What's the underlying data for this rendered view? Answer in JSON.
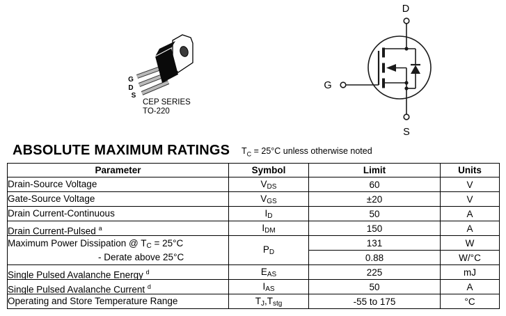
{
  "package_drawing": {
    "pin_labels": [
      "G",
      "D",
      "S"
    ],
    "caption_line1": "CEP SERIES",
    "caption_line2": "TO-220"
  },
  "mosfet_symbol": {
    "drain_label": "D",
    "gate_label": "G",
    "source_label": "S"
  },
  "section": {
    "title": "ABSOLUTE MAXIMUM RATINGS",
    "condition": [
      {
        "t": "T"
      },
      {
        "t": "C",
        "sub": true
      },
      {
        "t": " = 25°C unless otherwise noted"
      }
    ]
  },
  "table": {
    "headers": [
      "Parameter",
      "Symbol",
      "Limit",
      "Units"
    ],
    "rows": [
      {
        "param": [
          {
            "t": "Drain-Source Voltage"
          }
        ],
        "symbol": [
          {
            "t": "V"
          },
          {
            "t": "DS",
            "sub": true
          }
        ],
        "limits": [
          {
            "limit": "60",
            "units": "V"
          }
        ]
      },
      {
        "param": [
          {
            "t": "Gate-Source Voltage"
          }
        ],
        "symbol": [
          {
            "t": "V"
          },
          {
            "t": "GS",
            "sub": true
          }
        ],
        "limits": [
          {
            "limit": "±20",
            "units": "V"
          }
        ]
      },
      {
        "param": [
          {
            "t": "Drain Current-Continuous"
          }
        ],
        "symbol": [
          {
            "t": "I"
          },
          {
            "t": "D",
            "sub": true
          }
        ],
        "limits": [
          {
            "limit": "50",
            "units": "A"
          }
        ]
      },
      {
        "param": [
          {
            "t": "Drain Current-Pulsed "
          },
          {
            "t": "a",
            "sup": true
          }
        ],
        "symbol": [
          {
            "t": "I"
          },
          {
            "t": "DM",
            "sub": true
          }
        ],
        "limits": [
          {
            "limit": "150",
            "units": "A"
          }
        ]
      },
      {
        "param": [
          {
            "t": "Maximum Power Dissipation @ T"
          },
          {
            "t": "C",
            "sub": true
          },
          {
            "t": " = 25°C"
          }
        ],
        "param2": [
          {
            "t": "- Derate above 25°C"
          }
        ],
        "symbol": [
          {
            "t": "P"
          },
          {
            "t": "D",
            "sub": true
          }
        ],
        "limits": [
          {
            "limit": "131",
            "units": "W"
          },
          {
            "limit": "0.88",
            "units": "W/°C"
          }
        ]
      },
      {
        "param": [
          {
            "t": "Single Pulsed Avalanche Energy "
          },
          {
            "t": "d",
            "sup": true
          }
        ],
        "symbol": [
          {
            "t": "E"
          },
          {
            "t": "AS",
            "sub": true
          }
        ],
        "limits": [
          {
            "limit": "225",
            "units": "mJ"
          }
        ]
      },
      {
        "param": [
          {
            "t": "Single Pulsed Avalanche Current "
          },
          {
            "t": "d",
            "sup": true
          }
        ],
        "symbol": [
          {
            "t": "I"
          },
          {
            "t": "AS",
            "sub": true
          }
        ],
        "limits": [
          {
            "limit": "50",
            "units": "A"
          }
        ]
      },
      {
        "param": [
          {
            "t": "Operating and Store Temperature Range"
          }
        ],
        "symbol": [
          {
            "t": "T"
          },
          {
            "t": "J",
            "sub": true
          },
          {
            "t": ","
          },
          {
            "t": "T"
          },
          {
            "t": "stg",
            "sub": true
          }
        ],
        "limits": [
          {
            "limit": "-55 to 175",
            "units": "°C"
          }
        ]
      }
    ]
  }
}
